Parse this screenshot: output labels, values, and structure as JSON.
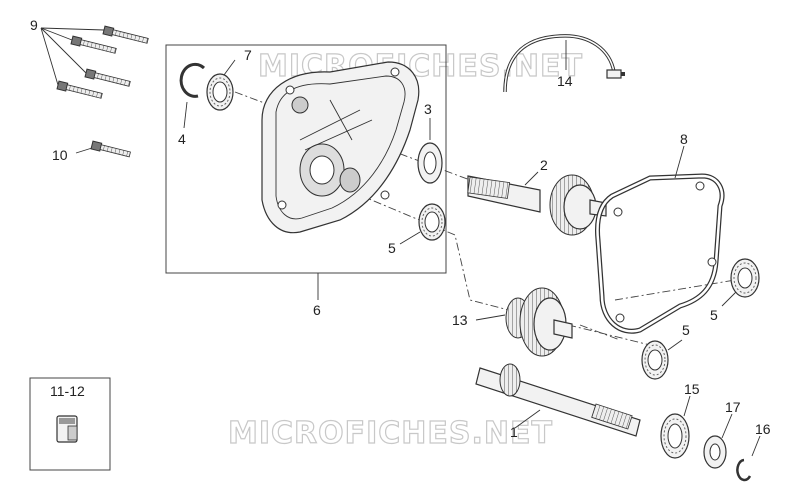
{
  "watermark": "MICROFICHES.NET",
  "callouts": {
    "c1": "1",
    "c2": "2",
    "c3": "3",
    "c4": "4",
    "c5a": "5",
    "c5b": "5",
    "c5c": "5",
    "c6": "6",
    "c7": "7",
    "c8": "8",
    "c9": "9",
    "c10": "10",
    "c1112": "11-12",
    "c13": "13",
    "c14": "14",
    "c15": "15",
    "c16": "16",
    "c17": "17"
  }
}
